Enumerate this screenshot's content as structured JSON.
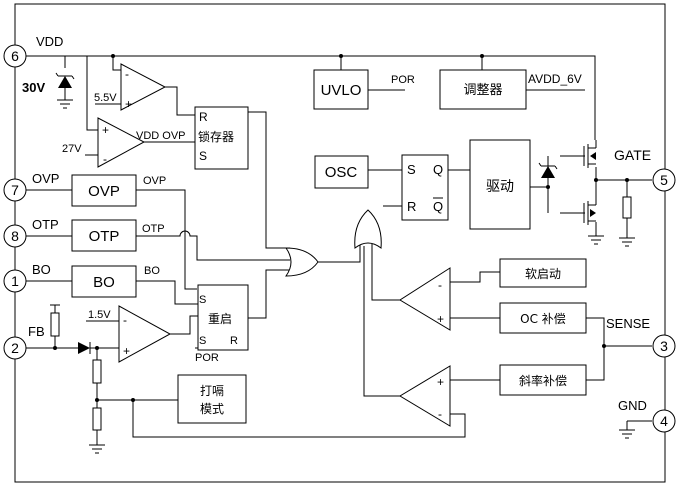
{
  "pins": {
    "vdd": {
      "number": "6",
      "label": "VDD"
    },
    "gate": {
      "number": "5",
      "label": "GATE"
    },
    "ovp": {
      "number": "7",
      "label": "OVP"
    },
    "otp": {
      "number": "8",
      "label": "OTP"
    },
    "bo": {
      "number": "1",
      "label": "BO"
    },
    "fb": {
      "number": "2",
      "label": "FB"
    },
    "sense": {
      "number": "3",
      "label": "SENSE"
    },
    "gnd": {
      "number": "4",
      "label": "GND"
    }
  },
  "labels": {
    "zener_30v": "30V",
    "ref_5v5": "5.5V",
    "ref_27v": "27V",
    "vdd_ovp": "VDD OVP",
    "por_uvlo": "POR",
    "avdd": "AVDD_6V",
    "ovp_out": "OVP",
    "otp_out": "OTP",
    "bo_out": "BO",
    "ref_1v5": "1.5V",
    "por_restart": "POR"
  },
  "blocks": {
    "uvlo": "UVLO",
    "regulator": "调整器",
    "latch_r": "R",
    "latch_name": "锁存器",
    "latch_s": "S",
    "osc": "OSC",
    "ff_s": "S",
    "ff_q": "Q",
    "ff_r": "R",
    "ff_qbar": "Q",
    "driver": "驱动",
    "ovp": "OVP",
    "otp": "OTP",
    "bo": "BO",
    "restart_s_top": "S",
    "restart_name": "重启",
    "restart_s_bottom": "S",
    "restart_r": "R",
    "soft_start": "软启动",
    "oc_comp": "OC 补偿",
    "slope_comp": "斜率补偿",
    "hiccup_line1": "打嗝",
    "hiccup_line2": "模式"
  },
  "signs": {
    "cmp_top_minus": "-",
    "cmp_top_plus": "+",
    "cmp_mid_plus": "+",
    "cmp_mid_minus": "-",
    "cmp_fb_minus": "-",
    "cmp_fb_plus": "+",
    "cmp_oc_minus": "-",
    "cmp_oc_plus": "+",
    "cmp_slope_plus": "+",
    "cmp_slope_minus": "-"
  }
}
